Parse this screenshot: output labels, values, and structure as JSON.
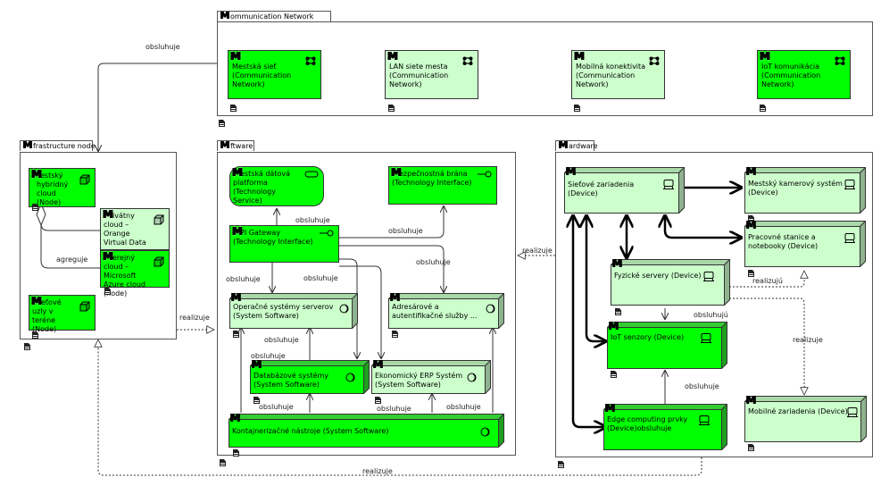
{
  "groups": {
    "communication": {
      "title": "Communication Network",
      "tab_visible": "ommunication Network"
    },
    "infrastructure": {
      "title": "Infrastructure node",
      "tab_visible": "frastructure node"
    },
    "software": {
      "title": "Software",
      "tab_visible": "ftware"
    },
    "hardware": {
      "title": "Hardware",
      "tab_visible": "ardware"
    }
  },
  "logo_glyph": "M",
  "colors": {
    "bright_green": "#00ff00",
    "pale_green": "#ccffcc",
    "dark_green_face": "#2e9e2e",
    "pale_face": "#8fb38f"
  },
  "communication_elements": [
    {
      "label": "Mestská sieť (Communication Network)",
      "style": "bright",
      "icon": "network-icon"
    },
    {
      "label": "LAN siete mesta (Communication Network)",
      "style": "pale",
      "icon": "network-icon"
    },
    {
      "label": "Mobilná konektivita (Communication Network)",
      "style": "pale",
      "icon": "network-icon"
    },
    {
      "label": "IoT komunikácia (Communication Network)",
      "style": "bright",
      "icon": "network-icon"
    }
  ],
  "infrastructure_elements": [
    {
      "label": "estský hybridný cloud (Node)",
      "style": "bright",
      "icon": "node-icon"
    },
    {
      "label": "ivátny cloud – Orange Virtual Data ...",
      "style": "pale",
      "icon": "node-icon"
    },
    {
      "label": "erejný cloud – Microsoft Azure cloud (node)",
      "style": "bright",
      "icon": "node-icon"
    },
    {
      "label": "eťové uzly v teréne (Node)",
      "style": "bright",
      "icon": "node-icon"
    }
  ],
  "software_elements": {
    "data_platform": {
      "label": "estská dátová platforma (Technology Service)",
      "icon": "service-icon"
    },
    "security_gateway": {
      "label": "ezpečnostná brána (Technology Interface)",
      "icon": "interface-icon"
    },
    "api_gateway": {
      "label": "PI Gateway (Technology Interface)",
      "icon": "interface-icon"
    },
    "os_servers": {
      "label": "Operačné systémy serverov (System Software)",
      "icon": "system-software-icon"
    },
    "directory": {
      "label": "Adresárové a autentifikačné služby ...",
      "icon": "system-software-icon"
    },
    "databases": {
      "label": "Databázové systémy (System Software)",
      "icon": "system-software-icon"
    },
    "erp": {
      "label": "Ekonomický ERP Systém (System Software)",
      "icon": "system-software-icon"
    },
    "containers": {
      "label": "Kontajnerizačné nástroje (System Software)",
      "icon": "system-software-icon"
    }
  },
  "hardware_elements": {
    "network_devices": {
      "label": "Sieťové zariadenia (Device)",
      "icon": "device-icon"
    },
    "camera_system": {
      "label": "Mestský kamerový systém (Device)",
      "icon": "device-icon"
    },
    "workstations": {
      "label": "Pracovné stanice a notebooky (Device)",
      "icon": "device-icon"
    },
    "physical_servers": {
      "label": "Fyzické servery (Device)",
      "icon": "device-icon"
    },
    "iot_sensors": {
      "label": "IoT senzory (Device)",
      "icon": "device-icon"
    },
    "edge_computing": {
      "label": "Edge computing prvky (Device)obsluhuje",
      "icon": "device-icon"
    },
    "mobile_devices": {
      "label": "Mobilné zariadenia (Device)",
      "icon": "device-icon"
    }
  },
  "connection_labels": {
    "comm_to_infra": "obsluhuje",
    "aggregates": "agreguje",
    "infra_realizes_sw": "realizuje",
    "hw_realizes_sw": "realizuje",
    "hw_realizes_infra": "realizuje",
    "api_to_platform": "obsluhuje",
    "api_to_security": "obsluhuje",
    "api_to_directory": "obsluhuje",
    "api_to_os": "obsluhuje",
    "api_to_db": "obsluhuje",
    "db_to_os": "obsluhuje",
    "cont_to_os": "obsluhuje",
    "cont_to_db": "obsluhuje",
    "cont_to_erp": "obsluhuje",
    "cont_to_directory": "obsluhuje",
    "servers_realize_workstations": "realizujú",
    "servers_serve_iot": "obsluhujú",
    "servers_realize_mobile": "realizuje",
    "edge_to_iot": "obsluhuje"
  }
}
